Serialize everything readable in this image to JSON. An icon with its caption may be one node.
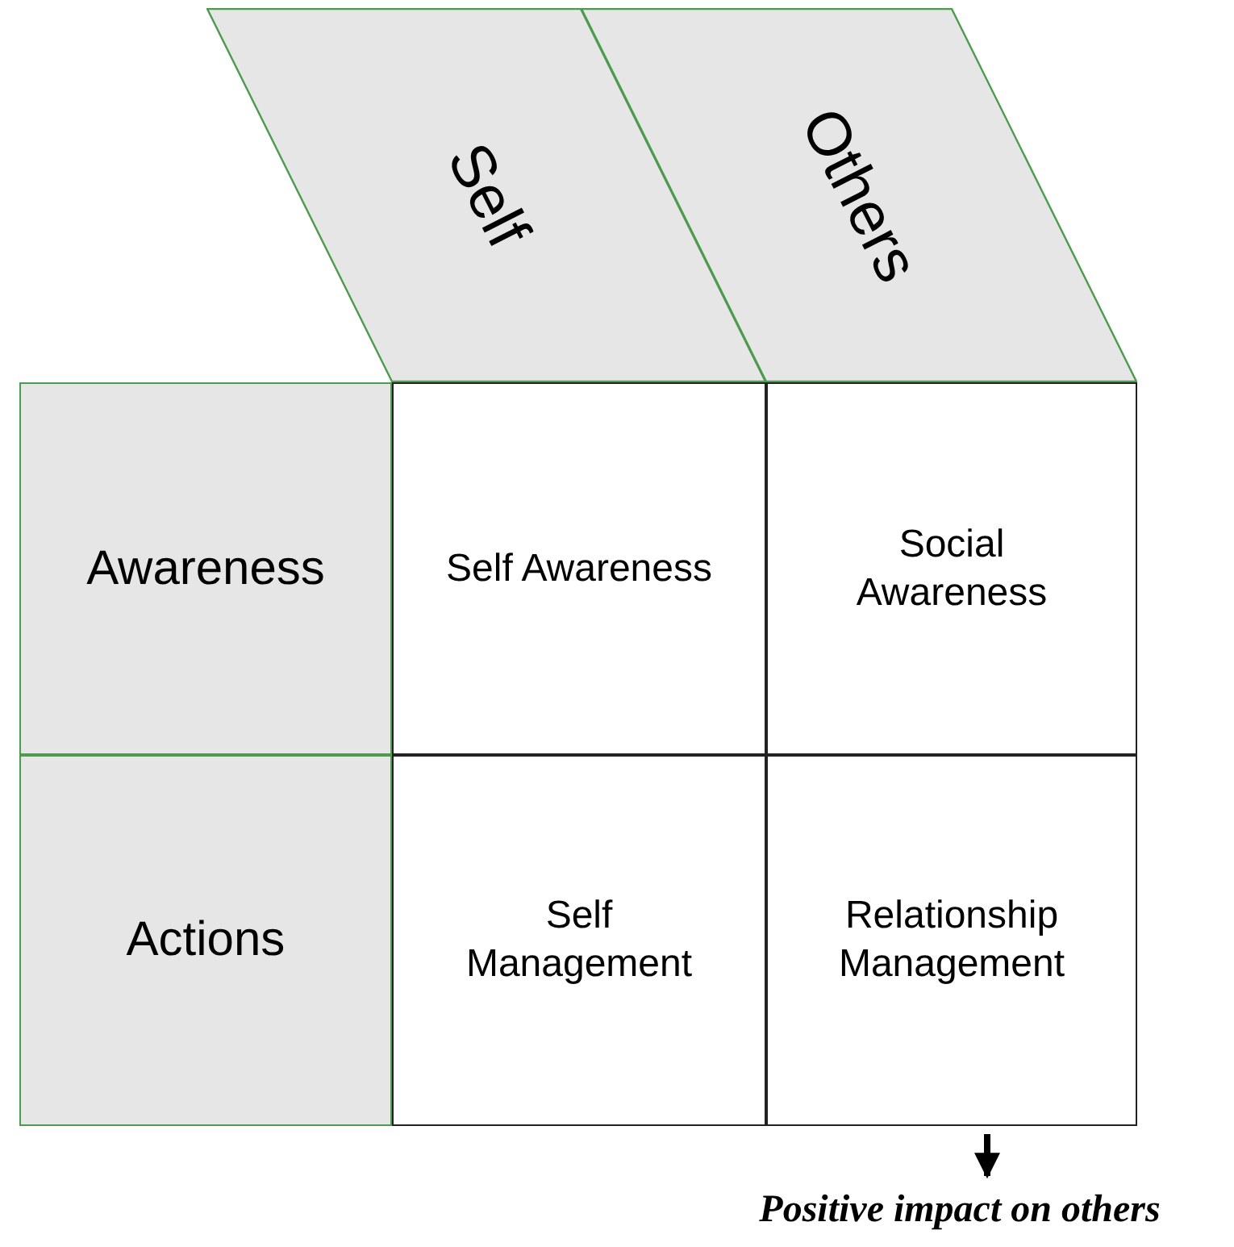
{
  "diagram": {
    "nodes": [
      {
        "text": [
          "Self"
        ]
      },
      {
        "text": [
          "Others"
        ]
      },
      {
        "text": [
          "Awareness"
        ]
      },
      {
        "text": [
          "Self Awareness"
        ]
      },
      {
        "text": [
          "Social Awareness"
        ]
      },
      {
        "text": [
          "Actions"
        ]
      },
      {
        "text": [
          "Self Management"
        ]
      },
      {
        "text": [
          "Relationship Management"
        ]
      },
      {
        "text": [
          "Positive impact on others"
        ]
      }
    ],
    "edges": [
      {
        "from": 7,
        "to": 8,
        "arrow": "to"
      }
    ]
  }
}
